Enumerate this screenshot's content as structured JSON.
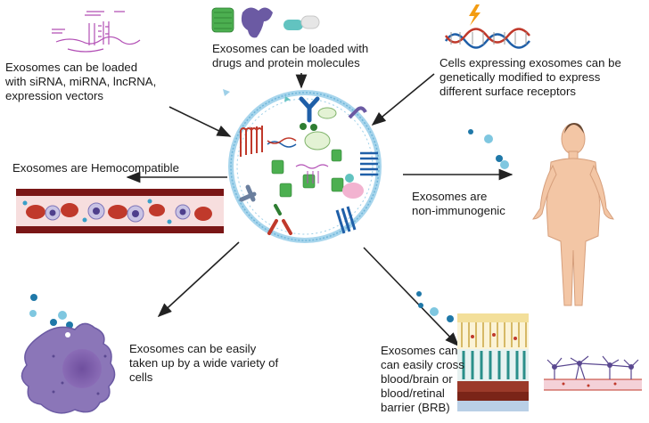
{
  "labels": {
    "rna": "Exosomes can be loaded\nwith siRNA, miRNA, lncRNA,\nexpression vectors",
    "drugs": "Exosomes can be loaded with\ndrugs and protein molecules",
    "receptors": "Cells expressing exosomes can be\ngenetically modified to express\ndifferent surface receptors",
    "hemo": "Exosomes are Hemocompatible",
    "immuno": "Exosomes are\nnon-immunogenic",
    "uptake": "Exosomes can be easily\ntaken up by a wide variety of\ncells",
    "brb": "Exosomes can\ncan easily cross\nblood/brain or\nblood/retinal\nbarrier (BRB)"
  },
  "colors": {
    "text": "#1a1a1a",
    "arrow": "#222222",
    "membrane": "#8fc9e6",
    "vessel": "#8e1b1b",
    "rbc": "#c0392b",
    "cell": "#8b76b8",
    "skin": "#f3c6a5",
    "protein_green": "#4caf50",
    "receptor_blue": "#1f5fa8",
    "dot_blue": "#3aa0c8"
  },
  "icons": [
    "rna-strand-icon",
    "drug-protein-icon",
    "dna-lightning-icon",
    "exosome-icon",
    "blood-vessel-icon",
    "human-body-icon",
    "phagocyte-cell-icon",
    "retina-layers-icon",
    "neuron-network-icon"
  ]
}
